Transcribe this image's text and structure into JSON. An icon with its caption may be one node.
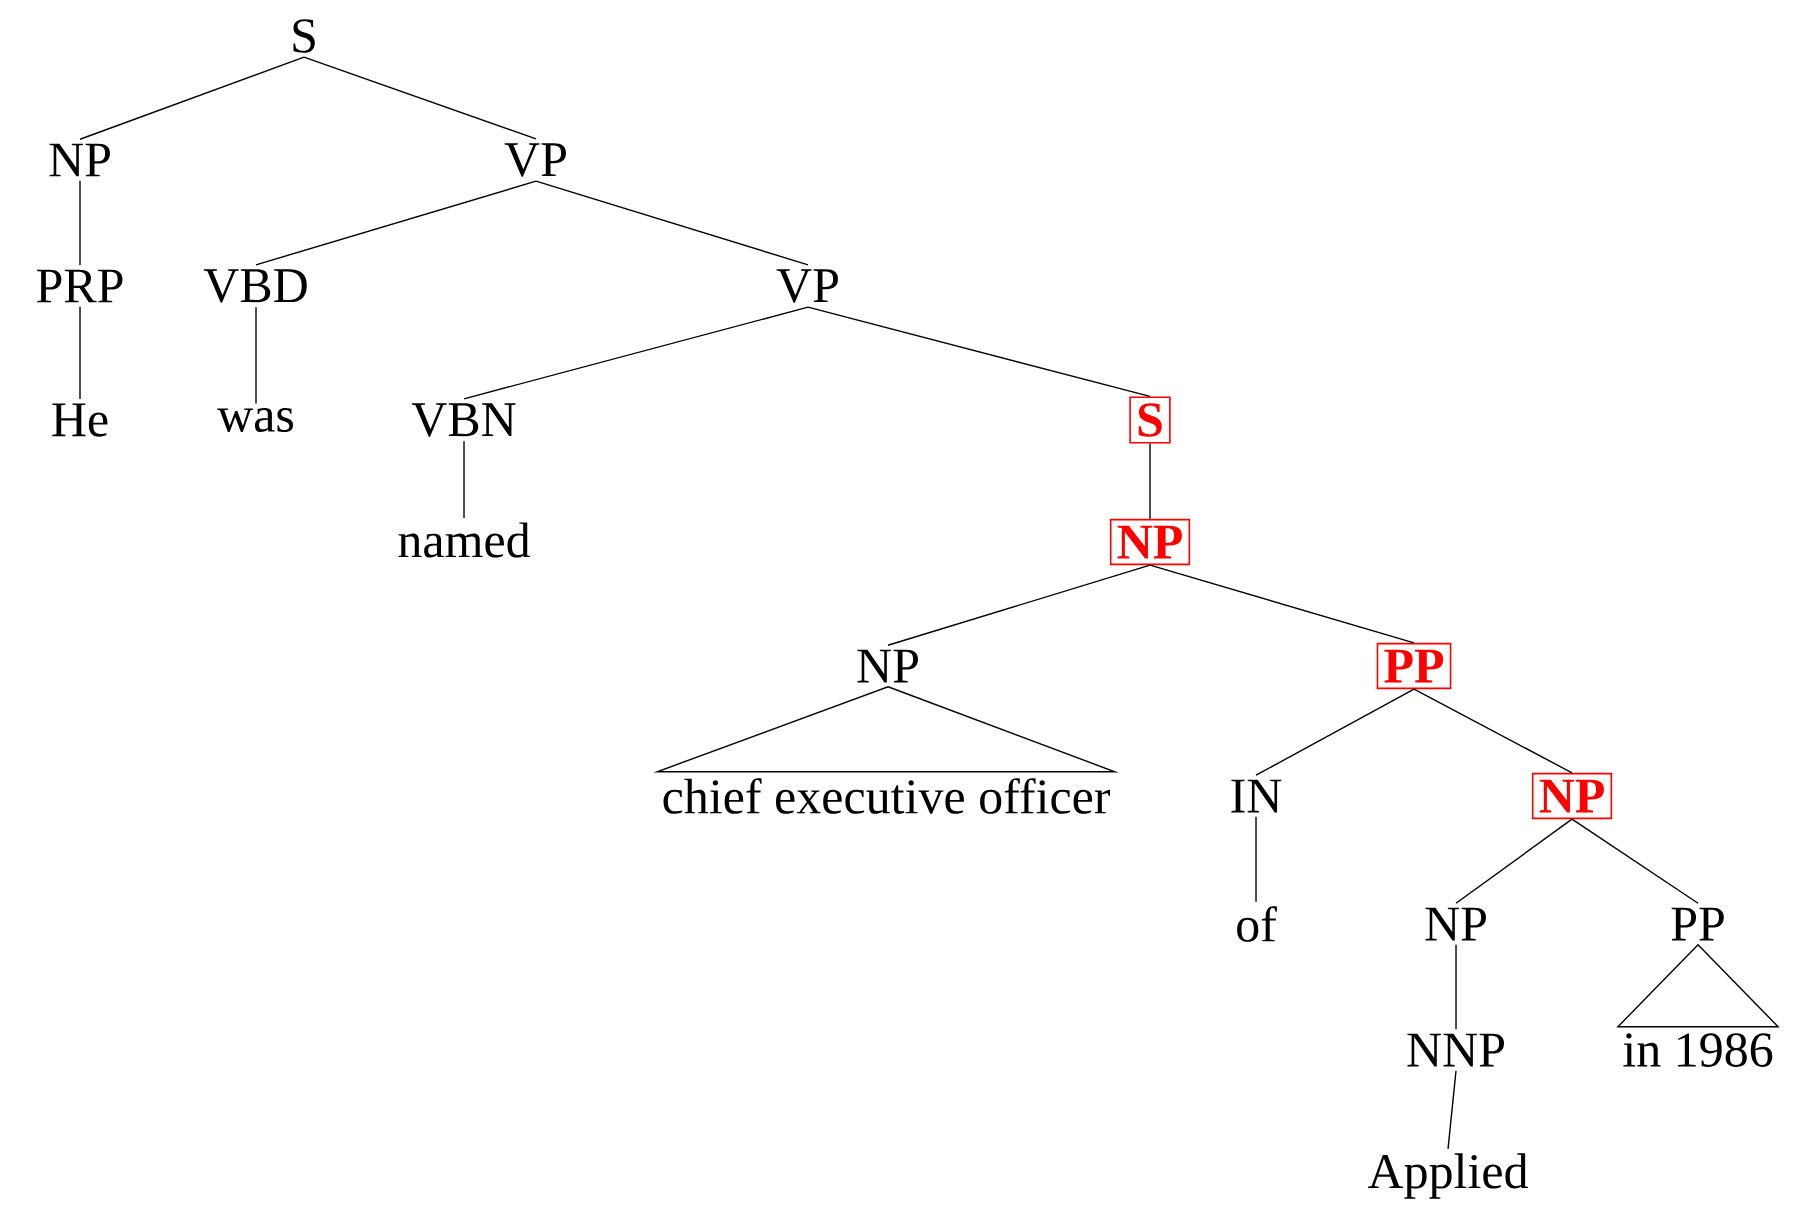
{
  "diagram": {
    "nodes": [
      {
        "text": [
          "S"
        ]
      },
      {
        "text": [
          "NP"
        ]
      },
      {
        "text": [
          "VP"
        ]
      },
      {
        "text": [
          "PRP"
        ]
      },
      {
        "text": [
          "VBD"
        ]
      },
      {
        "text": [
          "VP"
        ]
      },
      {
        "text": [
          "He"
        ]
      },
      {
        "text": [
          "was"
        ]
      },
      {
        "text": [
          "VBN"
        ]
      },
      {
        "text": [
          "S"
        ]
      },
      {
        "text": [
          "named"
        ]
      },
      {
        "text": [
          "NP"
        ]
      },
      {
        "text": [
          "NP"
        ]
      },
      {
        "text": [
          "PP"
        ]
      },
      {
        "text": [
          "chief executive officer"
        ]
      },
      {
        "text": [
          "IN"
        ]
      },
      {
        "text": [
          "NP"
        ]
      },
      {
        "text": [
          "of"
        ]
      },
      {
        "text": [
          "NP"
        ]
      },
      {
        "text": [
          "PP"
        ]
      },
      {
        "text": [
          "NNP"
        ]
      },
      {
        "text": [
          "in 1986"
        ]
      },
      {
        "text": [
          "Applied"
        ]
      }
    ],
    "edges": [
      {
        "from": 0,
        "to": 1,
        "arrow": "none"
      },
      {
        "from": 0,
        "to": 2,
        "arrow": "none"
      },
      {
        "from": 1,
        "to": 3,
        "arrow": "none"
      },
      {
        "from": 2,
        "to": 4,
        "arrow": "none"
      },
      {
        "from": 2,
        "to": 5,
        "arrow": "none"
      },
      {
        "from": 3,
        "to": 6,
        "arrow": "none"
      },
      {
        "from": 4,
        "to": 7,
        "arrow": "none"
      },
      {
        "from": 5,
        "to": 8,
        "arrow": "none"
      },
      {
        "from": 5,
        "to": 9,
        "arrow": "none"
      },
      {
        "from": 8,
        "to": 10,
        "arrow": "none"
      },
      {
        "from": 9,
        "to": 11,
        "arrow": "none"
      },
      {
        "from": 11,
        "to": 12,
        "arrow": "none"
      },
      {
        "from": 11,
        "to": 13,
        "arrow": "none"
      },
      {
        "from": 12,
        "to": 14,
        "arrow": "none"
      },
      {
        "from": 13,
        "to": 15,
        "arrow": "none"
      },
      {
        "from": 13,
        "to": 16,
        "arrow": "none"
      },
      {
        "from": 15,
        "to": 17,
        "arrow": "none"
      },
      {
        "from": 16,
        "to": 18,
        "arrow": "none"
      },
      {
        "from": 16,
        "to": 19,
        "arrow": "none"
      },
      {
        "from": 18,
        "to": 20,
        "arrow": "none"
      },
      {
        "from": 19,
        "to": 21,
        "arrow": "none"
      },
      {
        "from": 20,
        "to": 22,
        "arrow": "none"
      }
    ]
  }
}
